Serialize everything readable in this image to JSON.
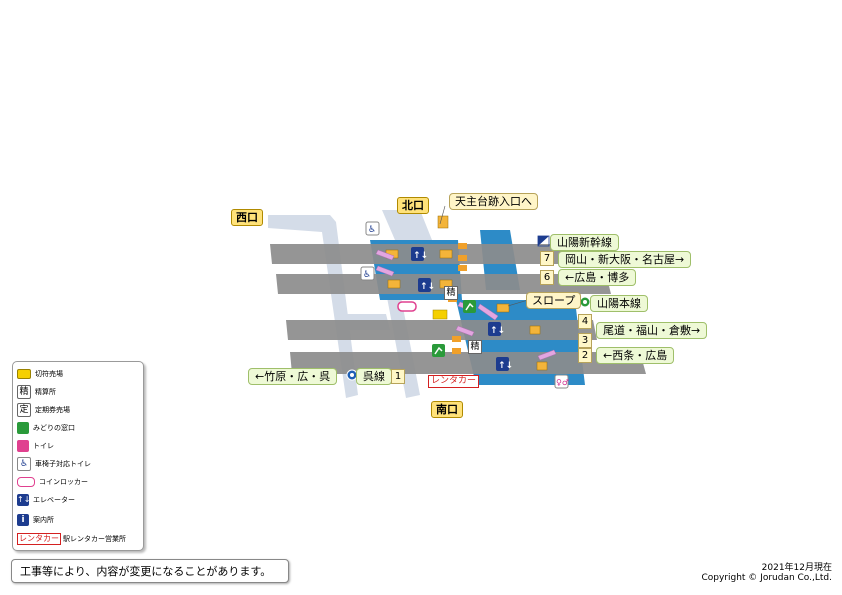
{
  "exits": {
    "north": "北口",
    "west": "西口",
    "south": "南口"
  },
  "callouts": {
    "castle_ruins": "天主台跡入口へ",
    "slope": "スロープ",
    "rental_car": "レンタカー",
    "seisan_1": "精",
    "seisan_2": "精"
  },
  "lines": {
    "shinkansen": "山陽新幹線",
    "sanyo": "山陽本線",
    "kure": "呉線"
  },
  "platforms": [
    {
      "num": "7",
      "dest": "岡山・新大阪・名古屋→"
    },
    {
      "num": "6",
      "dest": "←広島・博多"
    },
    {
      "num": "4",
      "dest": ""
    },
    {
      "num": "",
      "dest": "尾道・福山・倉敷→"
    },
    {
      "num": "3",
      "dest": ""
    },
    {
      "num": "2",
      "dest": "←西条・広島"
    },
    {
      "num": "1",
      "dest": "←竹原・広・呉"
    }
  ],
  "legend": {
    "items": [
      {
        "icon": "ticket-machine-icon",
        "label": "切符売場"
      },
      {
        "icon": "fare-adjust-icon",
        "label": "精算所",
        "glyph": "精"
      },
      {
        "icon": "commuter-pass-icon",
        "label": "定期券売場",
        "glyph": "定"
      },
      {
        "icon": "midori-window-icon",
        "label": "みどりの窓口"
      },
      {
        "icon": "toilet-icon",
        "label": "トイレ"
      },
      {
        "icon": "accessible-toilet-icon",
        "label": "車椅子対応トイレ"
      },
      {
        "icon": "coin-locker-icon",
        "label": "コインロッカー"
      },
      {
        "icon": "elevator-icon",
        "label": "エレベーター"
      },
      {
        "icon": "information-icon",
        "label": "案内所",
        "glyph": "i"
      },
      {
        "icon": "rental-car-icon",
        "label": "駅レンタカー営業所",
        "glyph": "レンタカー"
      }
    ]
  },
  "notice": "工事等により、内容が変更になることがあります。",
  "footer": {
    "date": "2021年12月現在",
    "copyright": "Copyright © Jorudan Co.,Ltd."
  },
  "colors": {
    "platform_gray": "#8c8c8c",
    "concourse_blue": "#2d8bc7",
    "concourse_light": "#d6e2ef",
    "label_yellow": "#ffe27a"
  }
}
